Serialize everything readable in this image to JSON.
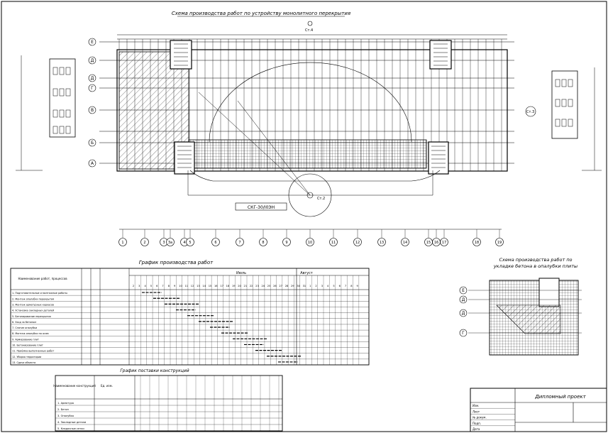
{
  "titles": {
    "main_plan": "Схема производства работ по устройству монолитного перекрытия",
    "schedule": "График производства работ",
    "supply": "График поставки конструкций",
    "concrete_scheme_line1": "Схема производства работ по",
    "concrete_scheme_line2": "укладке бетона в опалубки плиты"
  },
  "plan": {
    "crane_top": "Ст.4",
    "crane_right": "Ст.3",
    "crane_bottom": "Ст.2",
    "crane_label": "СКГ-30/I0ЭН",
    "row_axes": [
      "Е",
      "Д",
      "Д",
      "Г",
      "В",
      "Б",
      "А"
    ],
    "col_axes": [
      "1",
      "2",
      "3",
      "3а",
      "4",
      "5",
      "6",
      "7",
      "8",
      "9",
      "10",
      "11",
      "12",
      "13",
      "14",
      "15",
      "16",
      "17",
      "18",
      "19"
    ]
  },
  "schedule": {
    "month_1": "Июль",
    "month_2": "Август",
    "header_tasks": "Наименование работ, процессов",
    "tasks": [
      "1. Подготовительные и монтажные работы",
      "2. Монтаж опалубки перекрытия",
      "3. Монтаж арматурных каркасов",
      "4. Установка закладных деталей",
      "5. Бетонирование перекрытия",
      "6. Уход за бетоном",
      "7. Снятие опалубки",
      "8. Монтаж опалубки по осям",
      "9. Армирование плит",
      "10. Бетонирование плит",
      "11. Приёмка выполненных работ",
      "12. Уборка территории",
      "13. Сдача объекта"
    ],
    "days": [
      "2",
      "3",
      "4",
      "5",
      "6",
      "7",
      "8",
      "9",
      "10",
      "11",
      "12",
      "13",
      "14",
      "15",
      "16",
      "17",
      "18",
      "19",
      "20",
      "21",
      "22",
      "23",
      "24",
      "25",
      "26",
      "27",
      "28",
      "29",
      "30",
      "31",
      "1",
      "2",
      "3",
      "4",
      "5",
      "6",
      "7",
      "8",
      "9"
    ]
  },
  "supply": {
    "header_name": "Наименование конструкций",
    "header_unit": "Ед. изм.",
    "rows": [
      "1. Арматура",
      "2. Бетон",
      "3. Опалубка",
      "4. Закладные детали",
      "5. Кладочные сетки"
    ]
  },
  "concrete": {
    "axes": [
      "Е",
      "Д",
      "Д",
      "Г"
    ]
  },
  "stamp": {
    "project": "Дипломный проект",
    "rows": [
      "Изм.",
      "Лист",
      "№ докум.",
      "Подп.",
      "Дата"
    ]
  }
}
